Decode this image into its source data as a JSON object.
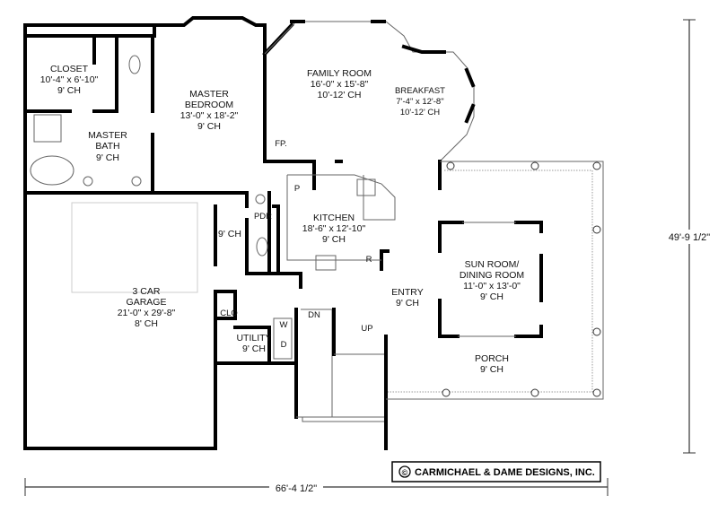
{
  "plan": {
    "rooms": {
      "closet": [
        "CLOSET",
        "10'-4\" x 6'-10\"",
        "9' CH"
      ],
      "master_bath": [
        "MASTER",
        "BATH",
        "9' CH"
      ],
      "master_bedroom": [
        "MASTER",
        "BEDROOM",
        "13'-0\" x 18'-2\"",
        "9' CH"
      ],
      "family_room": [
        "FAMILY ROOM",
        "16'-0\" x 15'-8\"",
        "10'-12' CH"
      ],
      "breakfast": [
        "BREAKFAST",
        "7'-4\" x 12'-8\"",
        "10'-12' CH"
      ],
      "kitchen": [
        "KITCHEN",
        "18'-6\" x 12'-10\"",
        "9' CH"
      ],
      "hall": [
        "9' CH"
      ],
      "garage": [
        "3 CAR",
        "GARAGE",
        "21'-0\" x 29'-8\"",
        "8' CH"
      ],
      "utility": [
        "UTILITY",
        "9' CH"
      ],
      "entry": [
        "ENTRY",
        "9' CH"
      ],
      "sun_room": [
        "SUN ROOM/",
        "DINING ROOM",
        "11'-0\" x 13'-0\"",
        "9' CH"
      ],
      "porch": [
        "PORCH",
        "9' CH"
      ]
    },
    "fixtures": {
      "fireplace": "FP.",
      "pantry": "P",
      "powder": "PDR",
      "refrigerator": "R",
      "closet_small": "CLO",
      "washer": "W",
      "dryer": "D",
      "stairs_down": "DN",
      "stairs_up": "UP"
    },
    "dimensions": {
      "width": "66'-4 1/2\"",
      "depth": "49'-9 1/2\""
    },
    "copyright": "CARMICHAEL & DAME DESIGNS, INC.",
    "copyright_symbol": "©"
  }
}
